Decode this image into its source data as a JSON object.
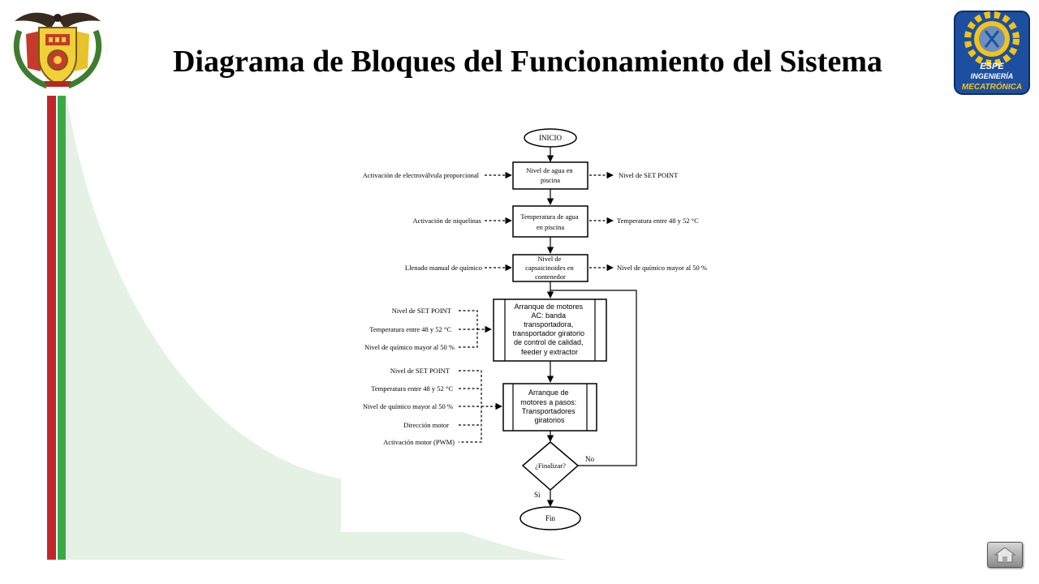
{
  "slide": {
    "title": "Diagrama de Bloques del Funcionamiento del Sistema",
    "left_logo": {
      "name": "coat-of-arms-logo",
      "text": ""
    },
    "right_logo": {
      "line1": "ESPE",
      "line2": "INGENIERÍA",
      "line3": "MECATRÓNICA"
    },
    "colors": {
      "red_bar": "#c0272d",
      "green_bar": "#3aaa45",
      "light_green": "#e4f1e4",
      "logo_blue": "#1c4fa0",
      "logo_yellow": "#f4c318"
    }
  },
  "diagram": {
    "start": "INICIO",
    "end": "Fin",
    "boxes": {
      "water_level": [
        "Nivel de agua en",
        "piscina"
      ],
      "water_temp": [
        "Temperatura de agua",
        "en piscina"
      ],
      "chem_level": [
        "Nivel de",
        "capsaicinoides en",
        "contenedor"
      ],
      "ac_motors": [
        "Arranque de motores",
        "AC: banda",
        "transportadora,",
        "transportador giratorio",
        "de control de calidad,",
        "feeder y extractor"
      ],
      "step_motors": [
        "Arranque de",
        "motores a pasos:",
        "Transportadores",
        "giratorios"
      ]
    },
    "decision": "¿Finalizar?",
    "decision_no": "No",
    "decision_yes": "Si",
    "inputs": {
      "water_level": "Activación de electroválvula proporcional",
      "water_temp": "Activación de niquelinas",
      "chem_level": "Llenado manual de químico"
    },
    "outputs": {
      "water_level": "Nivel de SET POINT",
      "water_temp": "Temperatura entre 48 y 52 °C",
      "chem_level": "Nivel de químico mayor al 50 %"
    },
    "ac_conditions": [
      "Nivel de SET POINT",
      "Temperatura entre 48 y 52 °C",
      "Nivel de químico mayor al 50 %"
    ],
    "step_conditions": [
      "Nivel de SET POINT",
      "Temperatura entre 48 y 52 °C",
      "Nivel de químico mayor al 50 %",
      "Dirección motor",
      "Activación motor (PWM)"
    ]
  }
}
